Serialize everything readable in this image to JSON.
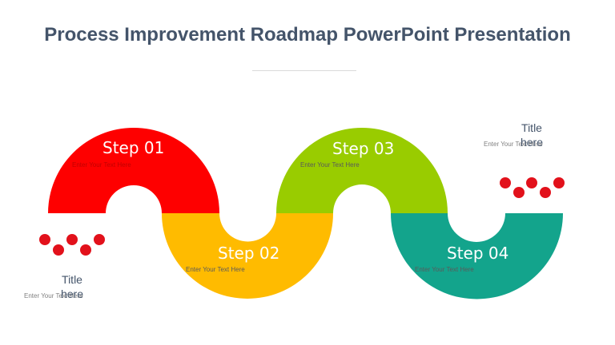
{
  "slide": {
    "title": "Process Improvement Roadmap PowerPoint Presentation"
  },
  "steps": [
    {
      "label": "Step 01",
      "text": "Enter Your Text Here",
      "color": "#fe0000"
    },
    {
      "label": "Step 02",
      "text": "Enter Your Text Here",
      "color": "#ffbb00"
    },
    {
      "label": "Step 03",
      "text": "Enter Your Text Here",
      "color": "#99cc00"
    },
    {
      "label": "Step 04",
      "text": "Enter Your Text Here",
      "color": "#13a48c"
    }
  ],
  "side_notes": [
    {
      "title": "Title here",
      "text": "Enter Your Text Here"
    },
    {
      "title": "Title here",
      "text": "Enter Your Text Here"
    }
  ],
  "dot_color": "#e2111b"
}
